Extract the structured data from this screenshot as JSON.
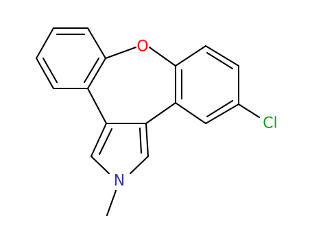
{
  "molecule": {
    "atoms": [
      {
        "id": "O1",
        "element": "O",
        "label": "O",
        "color": "#ff0000"
      },
      {
        "id": "N1",
        "element": "N",
        "label": "N",
        "color": "#3333aa"
      },
      {
        "id": "Cl1",
        "element": "Cl",
        "label": "Cl",
        "color": "#1a9a1a"
      }
    ]
  }
}
